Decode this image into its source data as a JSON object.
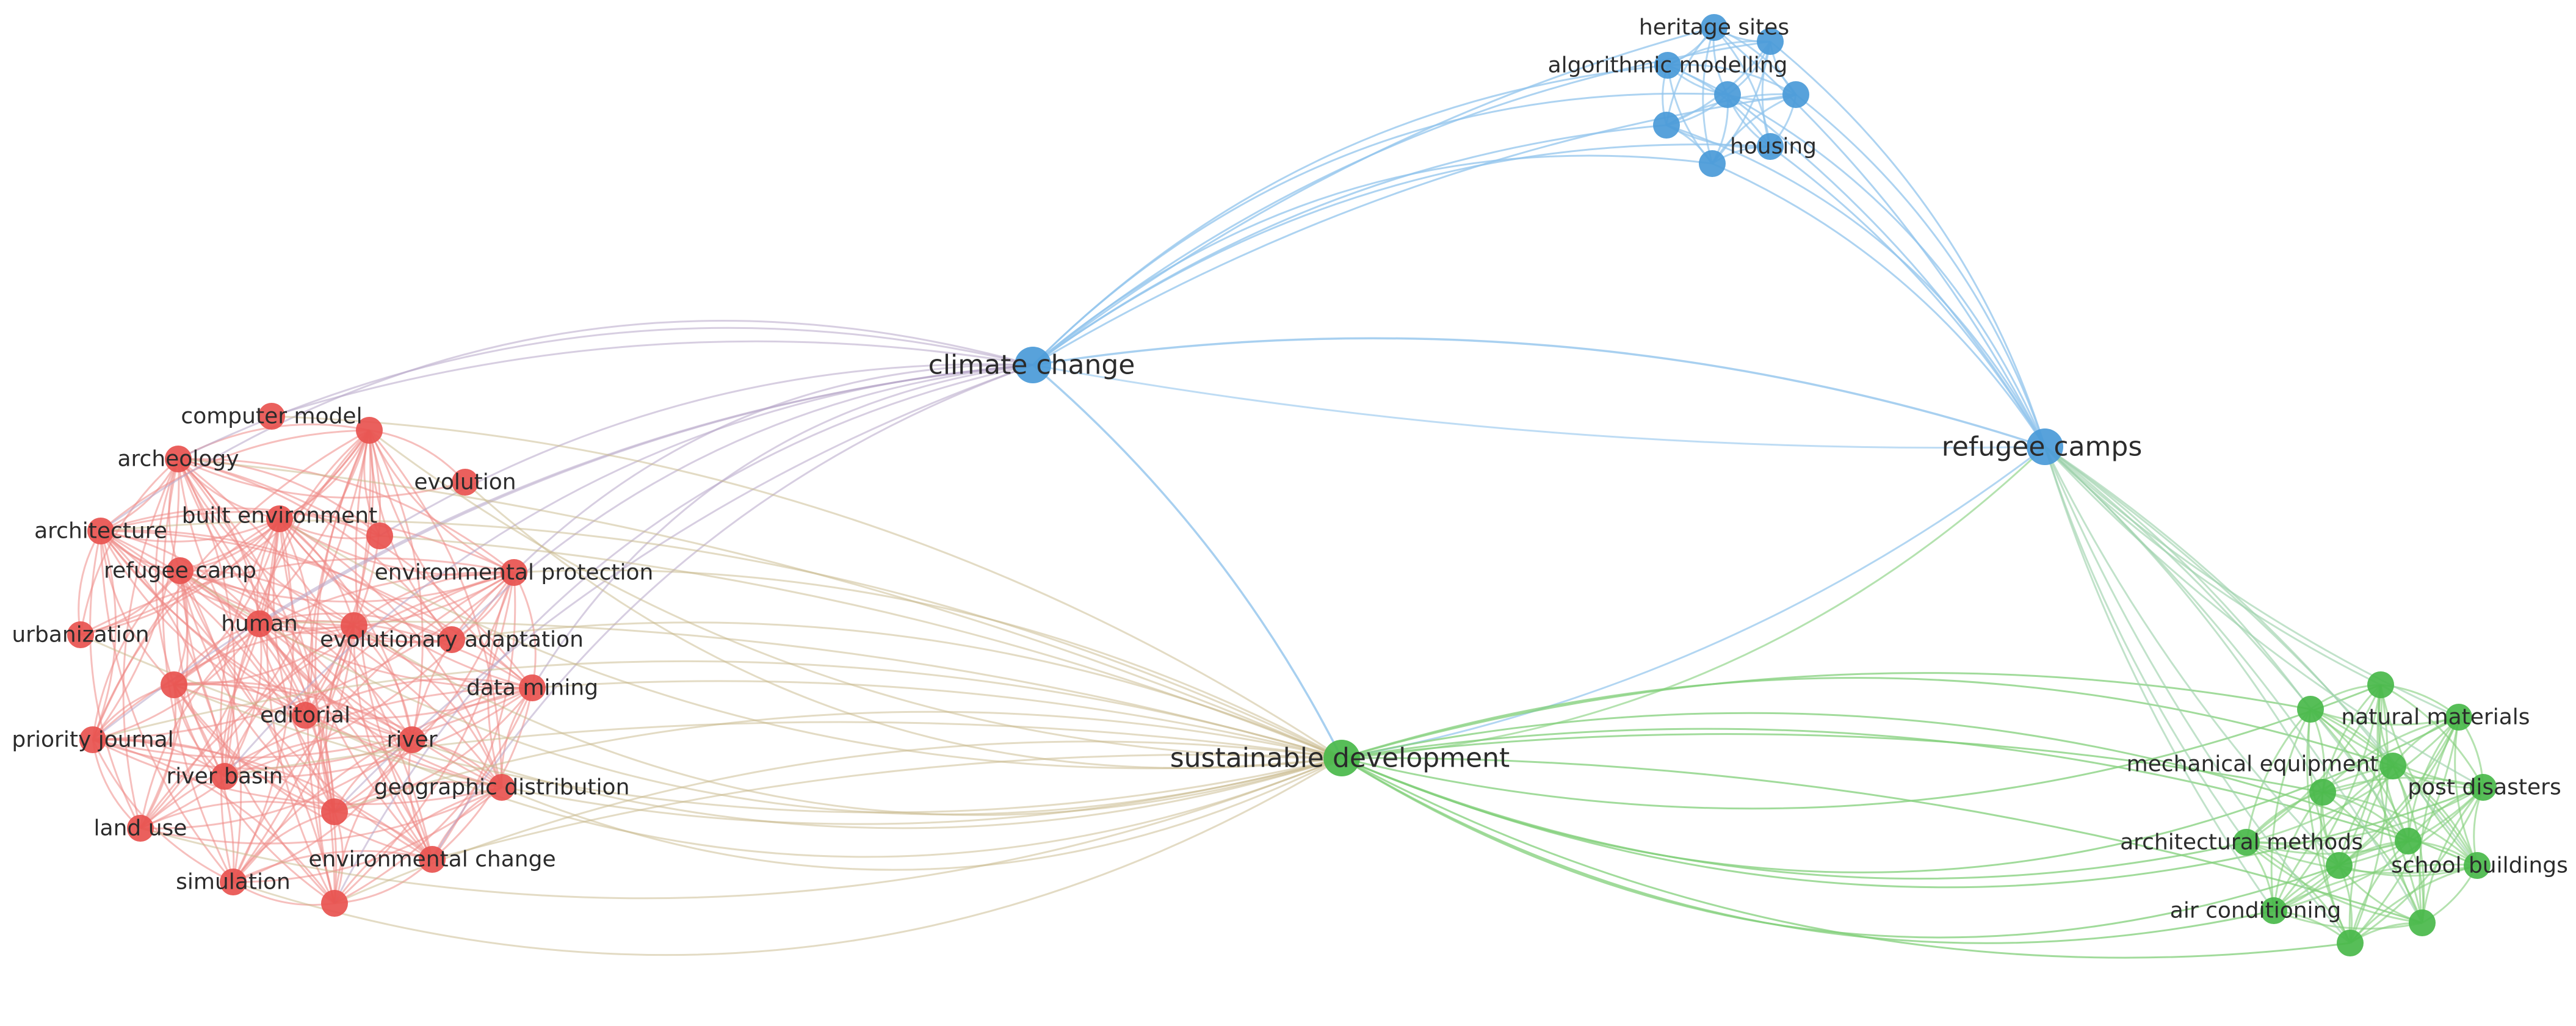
{
  "colors": {
    "cluster-red": "#e8524f",
    "cluster-blue": "#4a9ad8",
    "cluster-green": "#49b84a",
    "edge-red": "#ee8a86",
    "edge-blue": "#92c4ec",
    "edge-green": "#82cf79",
    "label": "#2b2b2b",
    "background": "#ffffff"
  },
  "clusters": {
    "red": {
      "labels": {
        "computer_model": "computer model",
        "archeology": "archeology",
        "evolution": "evolution",
        "architecture": "architecture",
        "built_environment": "built environment",
        "refugee_camp": "refugee camp",
        "environmental_protection": "environmental protection",
        "urbanization": "urbanization",
        "human": "human",
        "evolutionary_adaptation": "evolutionary adaptation",
        "data_mining": "data mining",
        "editorial": "editorial",
        "priority_journal": "priority journal",
        "river": "river",
        "river_basin": "river basin",
        "geographic_distribution": "geographic distribution",
        "land_use": "land use",
        "environmental_change": "environmental change",
        "simulation": "simulation"
      }
    },
    "blue": {
      "labels": {
        "heritage_sites": "heritage sites",
        "algorithmic_modelling": "algorithmic modelling",
        "housing": "housing",
        "climate_change": "climate change",
        "refugee_camps": "refugee camps"
      }
    },
    "green": {
      "labels": {
        "sustainable_development": "sustainable development",
        "natural_materials": "natural materials",
        "mechanical_equipment": "mechanical equipment",
        "post_disasters": "post disasters",
        "architectural_methods": "architectural methods",
        "school_buildings": "school buildings",
        "air_conditioning": "air conditioning"
      }
    }
  }
}
